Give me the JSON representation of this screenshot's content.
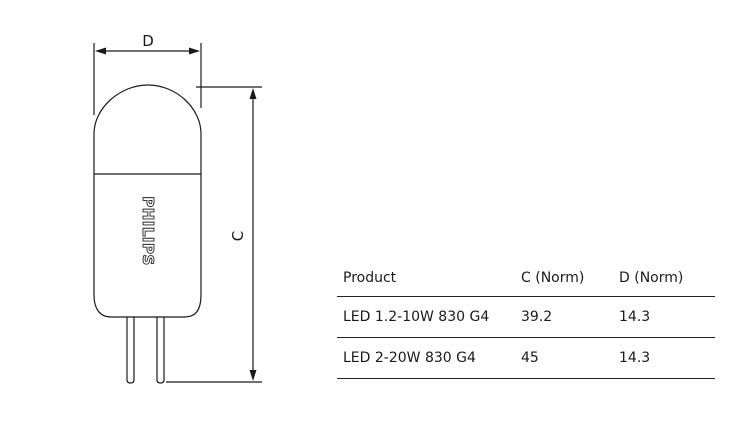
{
  "drawing": {
    "dim_d_label": "D",
    "dim_c_label": "C",
    "brand_text": "PHILIPS"
  },
  "table": {
    "headers": {
      "product": "Product",
      "c": "C (Norm)",
      "d": "D (Norm)"
    },
    "rows": [
      {
        "product": "LED 1.2-10W 830 G4",
        "c": "39.2",
        "d": "14.3"
      },
      {
        "product": "LED 2-20W 830 G4",
        "c": "45",
        "d": "14.3"
      }
    ]
  }
}
